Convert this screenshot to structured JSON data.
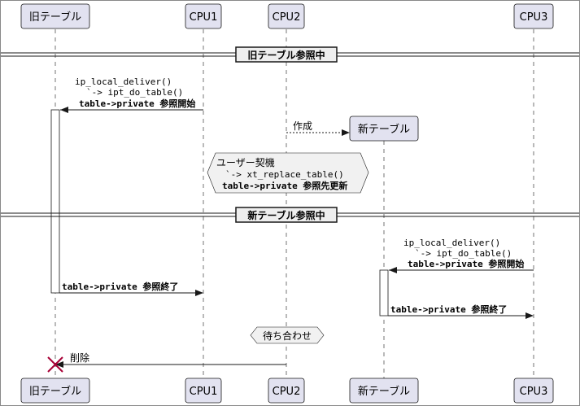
{
  "participants": {
    "old_table": "旧テーブル",
    "cpu1": "CPU1",
    "cpu2": "CPU2",
    "new_table": "新テーブル",
    "cpu3": "CPU3"
  },
  "dividers": {
    "old_ref": "旧テーブル参照中",
    "new_ref": "新テーブル参照中"
  },
  "messages": {
    "m1_line1": "ip_local_deliver()",
    "m1_line2": "`-> ipt_do_table()",
    "m1_line3": "table->private 参照開始",
    "create": "作成",
    "note1_line1": "ユーザー契機",
    "note1_line2": "`-> xt_replace_table()",
    "note1_line3": "table->private 参照先更新",
    "m2_line1": "ip_local_deliver()",
    "m2_line2": "`-> ipt_do_table()",
    "m2_line3": "table->private 参照開始",
    "end1": "table->private 参照終了",
    "end2": "table->private 参照終了",
    "wait": "待ち合わせ",
    "delete": "削除"
  },
  "colors": {
    "participant_fill": "#e2e2f0",
    "participant_stroke": "#181818",
    "note_fill": "#f1f1f1",
    "destroy_mark": "#a80036"
  }
}
